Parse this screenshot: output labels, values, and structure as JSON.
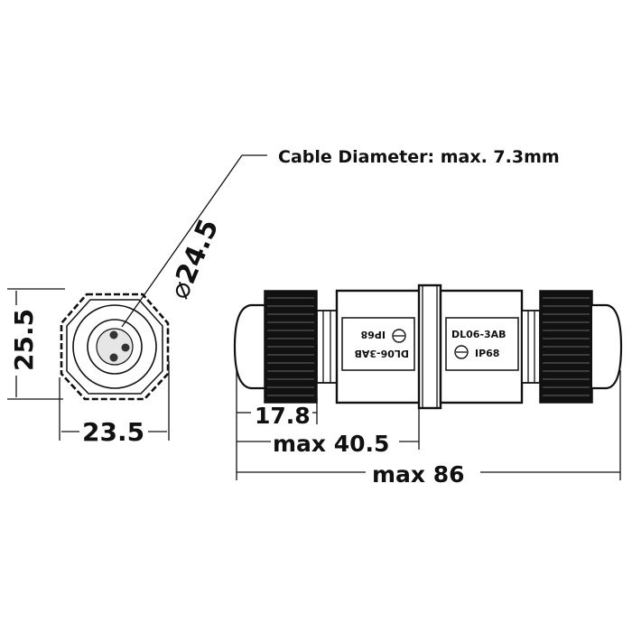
{
  "note": {
    "cable_diameter": "Cable Diameter: max. 7.3mm"
  },
  "dimensions": {
    "outer_diameter": "24.5",
    "height": "25.5",
    "width": "23.5",
    "nut_length": "17.8",
    "half_length": "max 40.5",
    "total_length": "max 86"
  },
  "markings": {
    "model_right": "DL06-3AB",
    "rating_right": "IP68",
    "model_left": "DL06-3AB",
    "rating_left": "IP68"
  }
}
